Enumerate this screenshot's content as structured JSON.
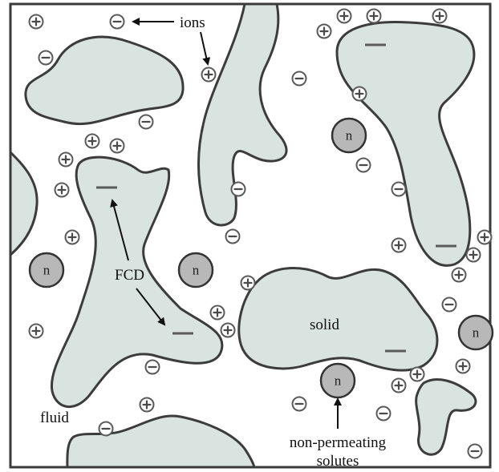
{
  "labels": {
    "ions": "ions",
    "fcd": "FCD",
    "solid": "solid",
    "fluid": "fluid",
    "non_permeating_line1": "non-permeating",
    "non_permeating_line2": "solutes",
    "n": "n"
  },
  "colors": {
    "solid_fill": "#d9e3df",
    "solute_fill": "#b8b8b8"
  },
  "icons": {
    "positive_ion": "plus-in-circle",
    "negative_ion": "minus-in-circle",
    "fixed_charge": "minus-bar"
  }
}
